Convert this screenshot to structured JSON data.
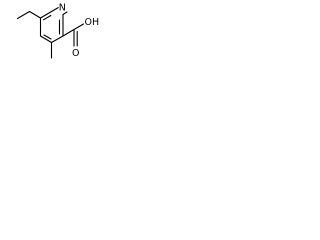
{
  "molecule": {
    "atoms": {
      "ring_nitrogen": "N",
      "hydroxyl": "OH",
      "carbonyl_oxygen": "O"
    },
    "colors": {
      "bond": "#000000",
      "label": "#000000",
      "background": "#ffffff"
    }
  }
}
